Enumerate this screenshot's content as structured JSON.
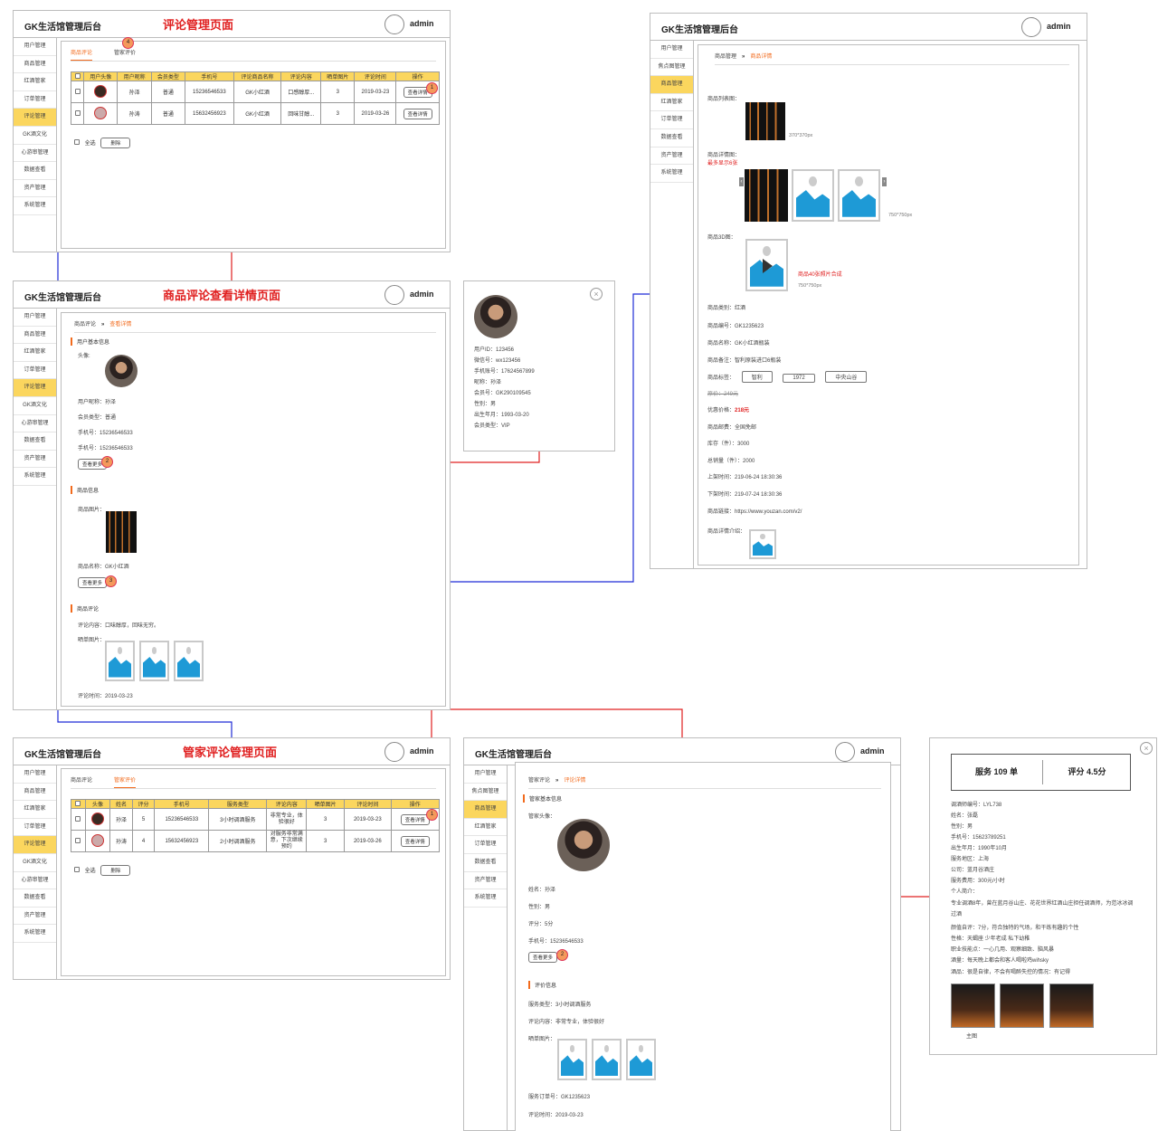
{
  "brand": "GK生活馆管理后台",
  "user": "admin",
  "titles": {
    "p1": "评论管理页面",
    "p2": "商品评论查看详情页面",
    "p3": "管家评论管理页面"
  },
  "menu_a": [
    "用户管理",
    "商品管理",
    "红酒管家",
    "订单管理",
    "评论管理",
    "GK酒文化",
    "心游审管理",
    "数据查看",
    "资产管理",
    "系统管理"
  ],
  "menu_b": [
    "用户管理",
    "焦点图管理",
    "商品管理",
    "红酒管家",
    "订单管理",
    "数据查看",
    "资产管理",
    "系统管理"
  ],
  "tabs": {
    "goods": "商品评论",
    "butler": "管家评价"
  },
  "t1": {
    "headers": [
      "",
      "用户头像",
      "用户昵称",
      "会员类型",
      "手机号",
      "评论商品名称",
      "评论内容",
      "晒单图片",
      "评论时间",
      "操作"
    ],
    "rows": [
      [
        "孙泽",
        "普通",
        "15236546533",
        "GK小红酒",
        "口感醇厚...",
        "3",
        "2019-03-23",
        "查看详情"
      ],
      [
        "孙涛",
        "普通",
        "15632456923",
        "GK小红酒",
        "回味甘醇...",
        "3",
        "2019-03-26",
        "查看详情"
      ]
    ]
  },
  "t3": {
    "headers": [
      "",
      "头像",
      "姓名",
      "评分",
      "手机号",
      "服务类型",
      "评论内容",
      "晒单图片",
      "评论时间",
      "操作"
    ],
    "rows": [
      [
        "孙泽",
        "5",
        "15236546533",
        "3小时调酒服务",
        "非常专业，体验很好",
        "3",
        "2019-03-23",
        "查看详情"
      ],
      [
        "孙涛",
        "4",
        "15632456923",
        "2小时调酒服务",
        "对服务非常满意，下次继续预约",
        "3",
        "2019-03-26",
        "查看详情"
      ]
    ]
  },
  "select_all": "全选",
  "delete": "删除",
  "detail": {
    "crumb1": "商品评论",
    "crumb2": "查看详情",
    "sec_user": "用户基本信息",
    "avatar_label": "头像:",
    "nick": "用户昵称：孙泽",
    "member": "会员类型：普通",
    "phone1": "手机号：15236546533",
    "phone2": "手机号：15236546533",
    "more": "查看更多",
    "sec_goods": "商品信息",
    "goods_img": "商品图片：",
    "goods_name": "商品名称：GK小红酒",
    "sec_comment": "商品评论",
    "content": "评论内容：口味醇厚，回味无穷。",
    "show_img": "晒单图片：",
    "time": "评论时间：2019-03-23"
  },
  "popup_user": [
    "用户ID：123456",
    "微信号：wx123456",
    "手机账号：17624567899",
    "昵称：孙泽",
    "会员号：GK290109545",
    "性别：男",
    "出生年月：1993-03-20",
    "会员类型：VIP"
  ],
  "product": {
    "crumb1": "商品管理",
    "crumb2": "商品详情",
    "list_img": "商品列表图：",
    "size1": "370*370px",
    "detail_img": "商品详情图：",
    "detail_img_note": "最多显示6张",
    "size2": "750*750px",
    "img3d": "商品3D图：",
    "img3d_note": "商品40张照片合成",
    "size3": "750*750px",
    "fields": [
      "商品类别：红酒",
      "商品编号：GK1235623",
      "商品名称：GK小红酒瓶装",
      "商品备注：智利原装进口6瓶装"
    ],
    "label_tags": "商品标签：",
    "tags": [
      "智利",
      "1972",
      "中央山谷"
    ],
    "orig": "原价：249元",
    "sale_label": "优惠价格：",
    "sale": "218元",
    "fields2": [
      "商品邮费：全国免邮",
      "库存（件）：3000",
      "总销量（件）：2000",
      "上架时间：219-06-24 18:30:36",
      "下架时间：219-07-24 18:30:36",
      "商品链接：https://www.youzan.com/v2/"
    ],
    "intro": "商品详情介绍："
  },
  "butler": {
    "crumb1": "管家评论",
    "crumb2": "评论详情",
    "sec1": "管家基本信息",
    "avatar": "管家头像：",
    "name": "姓名：孙泽",
    "gender": "性别：男",
    "score": "评分：5分",
    "phone": "手机号：15236546533",
    "more": "查看更多",
    "sec2": "评价信息",
    "service": "服务类型：3小时调酒服务",
    "content": "评论内容：非常专业，体验很好",
    "show": "晒单图片：",
    "order": "服务订单号：GK1235623",
    "time": "评论时间：2019-03-23"
  },
  "butler_popup": {
    "orders": "服务 109 单",
    "rating": "评分  4.5分",
    "lines": [
      "调酒师编号：LYL738",
      "姓名：张磊",
      "性别：男",
      "手机号：15623789251",
      "出生年月：1990年10月",
      "服务地区：上海",
      "公司：蓝月谷酒庄",
      "服务费用：300元/小时",
      "个人简介：",
      "专业调酒8年，曾在蓝月谷山庄、花花世界红酒山庄担任调酒师，为范冰冰调过酒",
      "颜值自评：7分，符合独特的气场，和干练有趣的个性",
      "性格：天蝎座 少年老成 私下幼稚",
      "职业技能点：一心几用、观察细致、脑风暴",
      "酒量：每天晚上都会和客人喝啦鸡wihsky",
      "酒品：很是自律，不会有喝醉失控的情况：有记得"
    ],
    "main": "主图"
  },
  "badges": [
    "1",
    "2",
    "3",
    "4"
  ]
}
